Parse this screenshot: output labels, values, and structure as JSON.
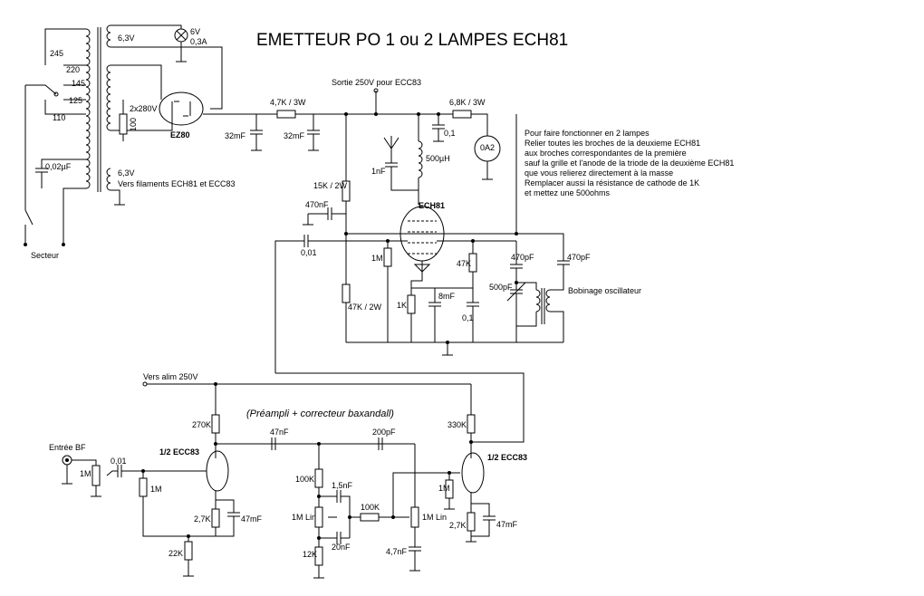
{
  "title": "EMETTEUR PO 1 ou 2 LAMPES ECH81",
  "notes": [
    "Pour faire fonctionner en 2 lampes",
    "Relier toutes les broches de la deuxieme ECH81",
    "aux broches correspondantes de la première",
    "sauf la grille et l'anode de la triode de la deuxième ECH81",
    "que vous relierez directement à la masse",
    "Remplacer aussi  la résistance de cathode de 1K",
    "et mettez une 500ohms"
  ],
  "power_supply": {
    "taps": [
      "245",
      "220",
      "145",
      "125",
      "110"
    ],
    "fil_6v3_top": "6,3V",
    "lamp": [
      "6V",
      "0,3A"
    ],
    "hv": "2x280V",
    "r100": "100",
    "rectifier": "EZ80",
    "fil_6v3_bottom": "6,3V",
    "fil_note": "Vers filaments ECH81 et ECC83",
    "cap_002": "0,02µF",
    "switch": "Secteur",
    "r_47k3w": "4,7K / 3W",
    "c32a": "32mF",
    "c32b": "32mF",
    "out": "Sortie 250V pour ECC83",
    "r_68k3w": "6,8K / 3W",
    "c01": "0,1",
    "oa2": "0A2"
  },
  "oscillator": {
    "c1nf": "1nF",
    "l500": "500µH",
    "r15k": "15K / 2W",
    "c470a": "470nF",
    "tube": "ECH81",
    "c001": "0,01",
    "r1m": "1M",
    "r47k": "47K",
    "c470b": "470pF",
    "c470c": "470pF",
    "c500": "500pF",
    "coil": "Bobinage oscillateur",
    "r47k2w": "47K / 2W",
    "r1k": "1K",
    "c8mf": "8mF",
    "c01b": "0,1"
  },
  "preamp": {
    "supply": "Vers alim 250V",
    "label": "(Préampli + correcteur baxandall)",
    "r270k": "270K",
    "tube1": "1/2 ECC83",
    "c47nf": "47nF",
    "c200pf": "200pF",
    "r330k": "330K",
    "tube2": "1/2 ECC83",
    "input": "Entrée BF",
    "pot1m": "1M",
    "c001": "0,01",
    "r1m_a": "1M",
    "r100k_a": "100K",
    "c15nf": "1,5nF",
    "r100k_b": "100K",
    "pot1mlin_a": "1M Lin",
    "pot1mlin_b": "1M Lin",
    "r1m_b": "1M",
    "r27k_a": "2,7K",
    "c47mf_a": "47mF",
    "c20nf": "20nF",
    "r27k_b": "2,7K",
    "c47mf_b": "47mF",
    "r22k": "22K",
    "r12k": "12K",
    "c47nf_b": "4,7nF"
  }
}
